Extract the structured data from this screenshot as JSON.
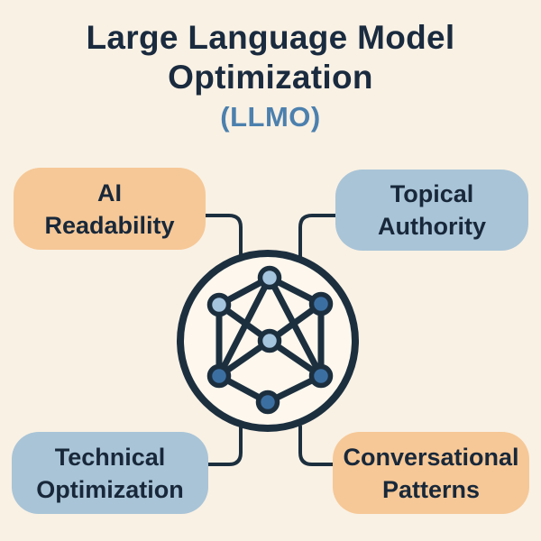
{
  "title": {
    "line1": "Large Language Model",
    "line2": "Optimization",
    "acronym": "(LLMO)"
  },
  "boxes": [
    {
      "id": "ai-readability",
      "lines": [
        "AI",
        "Readability"
      ],
      "fill": "#f6c897"
    },
    {
      "id": "topical-authority",
      "lines": [
        "Topical",
        "Authority"
      ],
      "fill": "#a9c4d7"
    },
    {
      "id": "technical-optimization",
      "lines": [
        "Technical",
        "Optimization"
      ],
      "fill": "#a9c4d7"
    },
    {
      "id": "conversational-patterns",
      "lines": [
        "Conversational",
        "Patterns"
      ],
      "fill": "#f6c897"
    }
  ],
  "icon": {
    "name": "network-graph-icon",
    "node_count": 7
  },
  "colors": {
    "background": "#f9f1e4",
    "title_text": "#1a2b3f",
    "acronym_text": "#4c80ae",
    "box_text": "#18283a",
    "line": "#1c2f3f",
    "icon_circle_fill": "#fdf7ed",
    "node_light": "#a5c4de",
    "node_dark": "#3c6fa1"
  }
}
